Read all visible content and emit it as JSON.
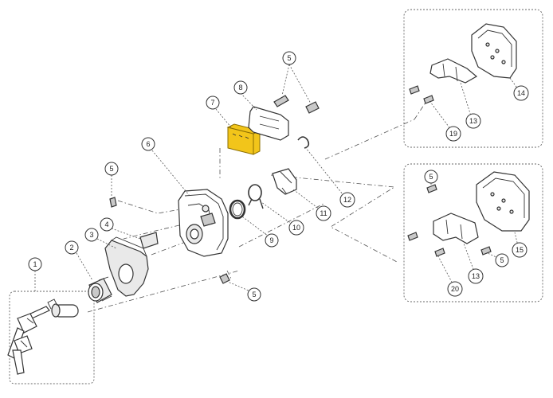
{
  "diagram": {
    "highlight_color": "#f2c51a",
    "callouts": [
      "1",
      "2",
      "3",
      "4",
      "5",
      "5",
      "5",
      "6",
      "7",
      "8",
      "9",
      "10",
      "11",
      "12",
      "13",
      "13",
      "14",
      "15",
      "5",
      "5",
      "19",
      "20"
    ]
  }
}
